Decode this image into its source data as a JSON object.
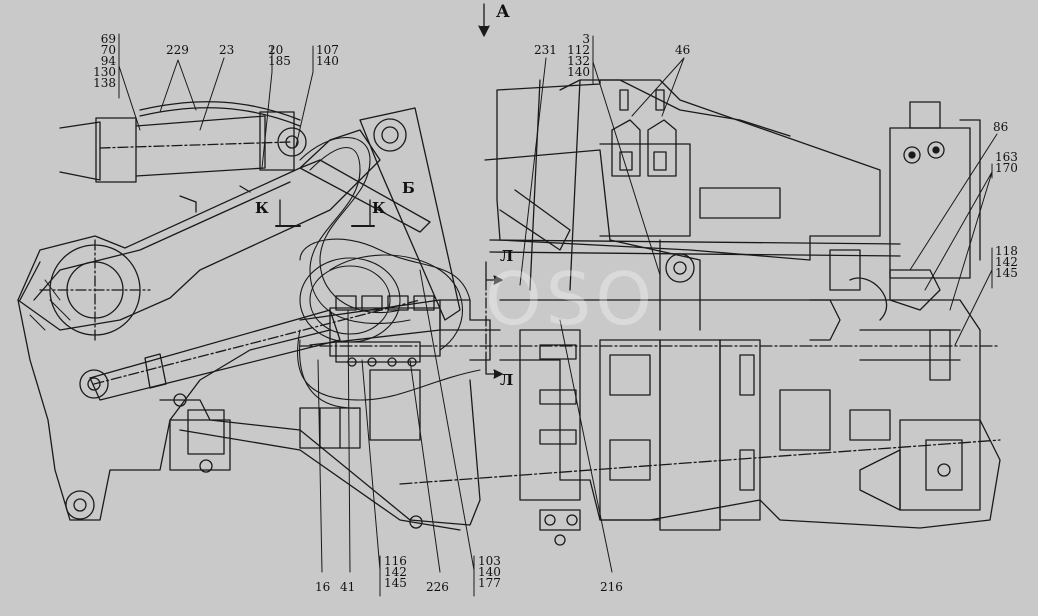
{
  "view_label": "А",
  "section_k": "К",
  "section_l": "Л",
  "section_b": "Б",
  "watermark": "OSO",
  "callouts": {
    "c69_group": [
      "69",
      "70",
      "94",
      "130",
      "138"
    ],
    "c229": "229",
    "c23": "23",
    "c20_group": [
      "20",
      "185"
    ],
    "c107_group": [
      "107",
      "140"
    ],
    "c231": "231",
    "c3_group": [
      "3",
      "112",
      "132",
      "140"
    ],
    "c46": "46",
    "c86": "86",
    "c163_group": [
      "163",
      "170"
    ],
    "c118_group": [
      "118",
      "142",
      "145"
    ],
    "c16": "16",
    "c41": "41",
    "c116_group": [
      "116",
      "142",
      "145"
    ],
    "c226": "226",
    "c103_group": [
      "103",
      "140",
      "177"
    ],
    "c216": "216"
  }
}
